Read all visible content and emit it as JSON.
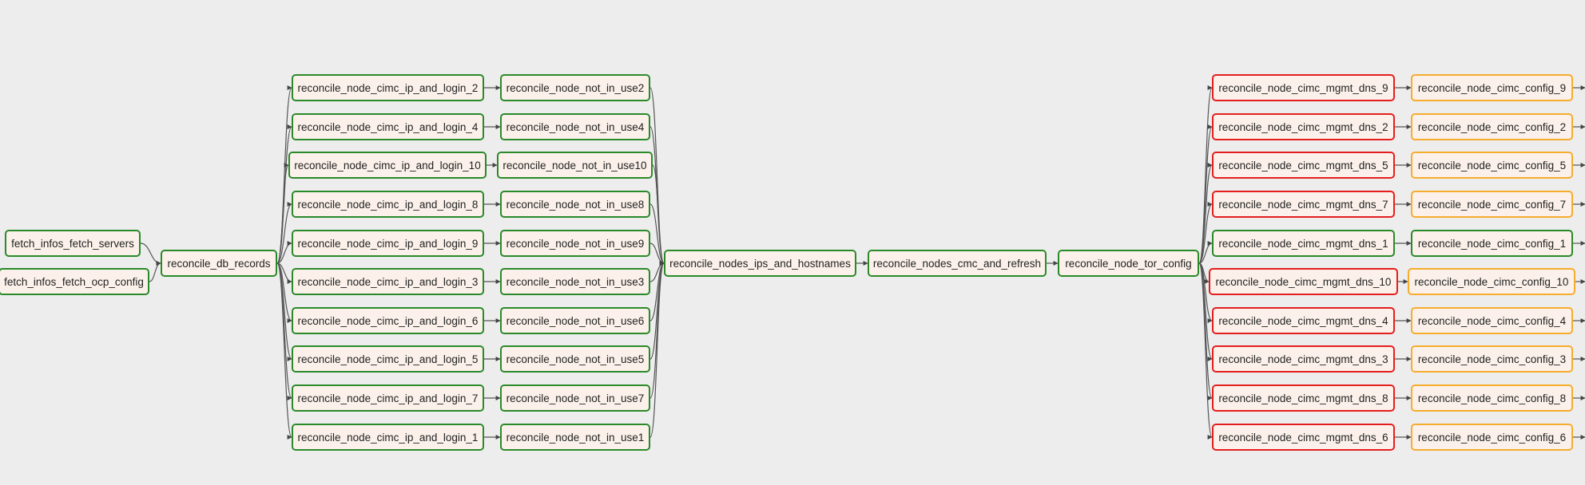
{
  "graph": {
    "status_colors": {
      "success": "#2a8a2a",
      "failed": "#e41e1e",
      "upstream_failed": "#f6ac2d",
      "node_fill": "#fbf1ea",
      "background": "#ededed"
    },
    "nodes": {
      "fetch_servers": {
        "label": "fetch_infos_fetch_servers",
        "state": "success"
      },
      "fetch_ocp": {
        "label": "fetch_infos_fetch_ocp_config",
        "state": "success"
      },
      "db_records": {
        "label": "reconcile_db_records",
        "state": "success"
      },
      "ipl_2": {
        "label": "reconcile_node_cimc_ip_and_login_2",
        "state": "success"
      },
      "ipl_4": {
        "label": "reconcile_node_cimc_ip_and_login_4",
        "state": "success"
      },
      "ipl_10": {
        "label": "reconcile_node_cimc_ip_and_login_10",
        "state": "success"
      },
      "ipl_8": {
        "label": "reconcile_node_cimc_ip_and_login_8",
        "state": "success"
      },
      "ipl_9": {
        "label": "reconcile_node_cimc_ip_and_login_9",
        "state": "success"
      },
      "ipl_3": {
        "label": "reconcile_node_cimc_ip_and_login_3",
        "state": "success"
      },
      "ipl_6": {
        "label": "reconcile_node_cimc_ip_and_login_6",
        "state": "success"
      },
      "ipl_5": {
        "label": "reconcile_node_cimc_ip_and_login_5",
        "state": "success"
      },
      "ipl_7": {
        "label": "reconcile_node_cimc_ip_and_login_7",
        "state": "success"
      },
      "ipl_1": {
        "label": "reconcile_node_cimc_ip_and_login_1",
        "state": "success"
      },
      "niu_2": {
        "label": "reconcile_node_not_in_use2",
        "state": "success"
      },
      "niu_4": {
        "label": "reconcile_node_not_in_use4",
        "state": "success"
      },
      "niu_10": {
        "label": "reconcile_node_not_in_use10",
        "state": "success"
      },
      "niu_8": {
        "label": "reconcile_node_not_in_use8",
        "state": "success"
      },
      "niu_9": {
        "label": "reconcile_node_not_in_use9",
        "state": "success"
      },
      "niu_3": {
        "label": "reconcile_node_not_in_use3",
        "state": "success"
      },
      "niu_6": {
        "label": "reconcile_node_not_in_use6",
        "state": "success"
      },
      "niu_5": {
        "label": "reconcile_node_not_in_use5",
        "state": "success"
      },
      "niu_7": {
        "label": "reconcile_node_not_in_use7",
        "state": "success"
      },
      "niu_1": {
        "label": "reconcile_node_not_in_use1",
        "state": "success"
      },
      "ips_hosts": {
        "label": "reconcile_nodes_ips_and_hostnames",
        "state": "success"
      },
      "cmc_refresh": {
        "label": "reconcile_nodes_cmc_and_refresh",
        "state": "success"
      },
      "tor_config": {
        "label": "reconcile_node_tor_config",
        "state": "success"
      },
      "dns_9": {
        "label": "reconcile_node_cimc_mgmt_dns_9",
        "state": "failed"
      },
      "dns_2": {
        "label": "reconcile_node_cimc_mgmt_dns_2",
        "state": "failed"
      },
      "dns_5": {
        "label": "reconcile_node_cimc_mgmt_dns_5",
        "state": "failed"
      },
      "dns_7": {
        "label": "reconcile_node_cimc_mgmt_dns_7",
        "state": "failed"
      },
      "dns_1": {
        "label": "reconcile_node_cimc_mgmt_dns_1",
        "state": "success"
      },
      "dns_10": {
        "label": "reconcile_node_cimc_mgmt_dns_10",
        "state": "failed"
      },
      "dns_4": {
        "label": "reconcile_node_cimc_mgmt_dns_4",
        "state": "failed"
      },
      "dns_3": {
        "label": "reconcile_node_cimc_mgmt_dns_3",
        "state": "failed"
      },
      "dns_8": {
        "label": "reconcile_node_cimc_mgmt_dns_8",
        "state": "failed"
      },
      "dns_6": {
        "label": "reconcile_node_cimc_mgmt_dns_6",
        "state": "failed"
      },
      "cfg_9": {
        "label": "reconcile_node_cimc_config_9",
        "state": "upstream_failed"
      },
      "cfg_2": {
        "label": "reconcile_node_cimc_config_2",
        "state": "upstream_failed"
      },
      "cfg_5": {
        "label": "reconcile_node_cimc_config_5",
        "state": "upstream_failed"
      },
      "cfg_7": {
        "label": "reconcile_node_cimc_config_7",
        "state": "upstream_failed"
      },
      "cfg_1": {
        "label": "reconcile_node_cimc_config_1",
        "state": "success"
      },
      "cfg_10": {
        "label": "reconcile_node_cimc_config_10",
        "state": "upstream_failed"
      },
      "cfg_4": {
        "label": "reconcile_node_cimc_config_4",
        "state": "upstream_failed"
      },
      "cfg_3": {
        "label": "reconcile_node_cimc_config_3",
        "state": "upstream_failed"
      },
      "cfg_8": {
        "label": "reconcile_node_cimc_config_8",
        "state": "upstream_failed"
      },
      "cfg_6": {
        "label": "reconcile_node_cimc_config_6",
        "state": "upstream_failed"
      }
    },
    "edges": [
      [
        "fetch_servers",
        "db_records"
      ],
      [
        "fetch_ocp",
        "db_records"
      ],
      [
        "db_records",
        "ipl_2"
      ],
      [
        "db_records",
        "ipl_4"
      ],
      [
        "db_records",
        "ipl_10"
      ],
      [
        "db_records",
        "ipl_8"
      ],
      [
        "db_records",
        "ipl_9"
      ],
      [
        "db_records",
        "ipl_3"
      ],
      [
        "db_records",
        "ipl_6"
      ],
      [
        "db_records",
        "ipl_5"
      ],
      [
        "db_records",
        "ipl_7"
      ],
      [
        "db_records",
        "ipl_1"
      ],
      [
        "ipl_2",
        "niu_2"
      ],
      [
        "ipl_4",
        "niu_4"
      ],
      [
        "ipl_10",
        "niu_10"
      ],
      [
        "ipl_8",
        "niu_8"
      ],
      [
        "ipl_9",
        "niu_9"
      ],
      [
        "ipl_3",
        "niu_3"
      ],
      [
        "ipl_6",
        "niu_6"
      ],
      [
        "ipl_5",
        "niu_5"
      ],
      [
        "ipl_7",
        "niu_7"
      ],
      [
        "ipl_1",
        "niu_1"
      ],
      [
        "niu_2",
        "ips_hosts"
      ],
      [
        "niu_4",
        "ips_hosts"
      ],
      [
        "niu_10",
        "ips_hosts"
      ],
      [
        "niu_8",
        "ips_hosts"
      ],
      [
        "niu_9",
        "ips_hosts"
      ],
      [
        "niu_3",
        "ips_hosts"
      ],
      [
        "niu_6",
        "ips_hosts"
      ],
      [
        "niu_5",
        "ips_hosts"
      ],
      [
        "niu_7",
        "ips_hosts"
      ],
      [
        "niu_1",
        "ips_hosts"
      ],
      [
        "ips_hosts",
        "cmc_refresh"
      ],
      [
        "cmc_refresh",
        "tor_config"
      ],
      [
        "tor_config",
        "dns_9"
      ],
      [
        "tor_config",
        "dns_2"
      ],
      [
        "tor_config",
        "dns_5"
      ],
      [
        "tor_config",
        "dns_7"
      ],
      [
        "tor_config",
        "dns_1"
      ],
      [
        "tor_config",
        "dns_10"
      ],
      [
        "tor_config",
        "dns_4"
      ],
      [
        "tor_config",
        "dns_3"
      ],
      [
        "tor_config",
        "dns_8"
      ],
      [
        "tor_config",
        "dns_6"
      ],
      [
        "dns_9",
        "cfg_9"
      ],
      [
        "dns_2",
        "cfg_2"
      ],
      [
        "dns_5",
        "cfg_5"
      ],
      [
        "dns_7",
        "cfg_7"
      ],
      [
        "dns_1",
        "cfg_1"
      ],
      [
        "dns_10",
        "cfg_10"
      ],
      [
        "dns_4",
        "cfg_4"
      ],
      [
        "dns_3",
        "cfg_3"
      ],
      [
        "dns_8",
        "cfg_8"
      ],
      [
        "dns_6",
        "cfg_6"
      ]
    ],
    "continuation_edges": [
      "cfg_9",
      "cfg_2",
      "cfg_5",
      "cfg_7",
      "cfg_1",
      "cfg_10",
      "cfg_4",
      "cfg_3",
      "cfg_8",
      "cfg_6"
    ]
  }
}
